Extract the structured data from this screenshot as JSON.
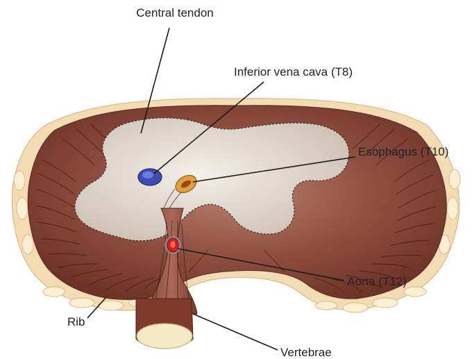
{
  "labels": {
    "central_tendon": "Central tendon",
    "ivc": "Inferior vena cava (T8)",
    "esophagus": "Esophagus (T10)",
    "aorta": "Aorta (T12)",
    "rib": "Rib",
    "vertebrae": "Vertebrae"
  },
  "colors": {
    "muscle": "#8a4a3c",
    "tendon": "#dcd2c8",
    "rib": "#f3dcb4",
    "ivc": "#3f4db0",
    "esophagus": "#e0a040",
    "aorta": "#d42020",
    "vertebra": "#f6e9c6"
  }
}
